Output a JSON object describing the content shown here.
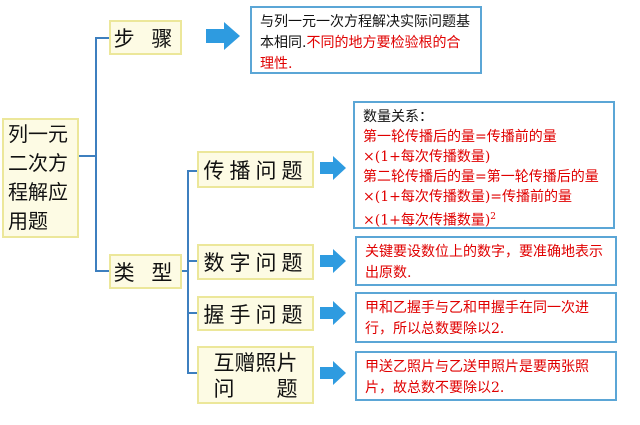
{
  "root": {
    "line1": "列一元",
    "line2": "二次方",
    "line3": "程解应",
    "line4": "用题"
  },
  "steps": {
    "label": "步 骤",
    "note_black": "与列一元一次方程解决实际问题基本相同.",
    "note_red": "不同的地方要检验根的合理性."
  },
  "types": {
    "label": "类 型",
    "items": [
      {
        "label": "传播问题",
        "note_title": "数量关系：",
        "note_line1": "第一轮传播后的量=传播前的量×(1+每次传播数量)",
        "note_line2": "第二轮传播后的量=第一轮传播后的量×(1+每次传播数量)=传播前的量×(1+每次传播数量)",
        "note_sup": "2"
      },
      {
        "label": "数字问题",
        "note": "关键要设数位上的数字，要准确地表示出原数."
      },
      {
        "label": "握手问题",
        "note": "甲和乙握手与乙和甲握手在同一次进行，所以总数要除以2."
      },
      {
        "label_line1": "互赠照片",
        "label_line2": "问　　题",
        "note": "甲送乙照片与乙送甲照片是要两张照片，故总数不要除以2."
      }
    ]
  },
  "colors": {
    "line": "#3d7fbf",
    "arrow": "#2e9be0",
    "yellow_fill": "#fdfbe4",
    "yellow_border": "#ece79a",
    "note_border": "#5ba6d6",
    "red": "#e00000"
  }
}
